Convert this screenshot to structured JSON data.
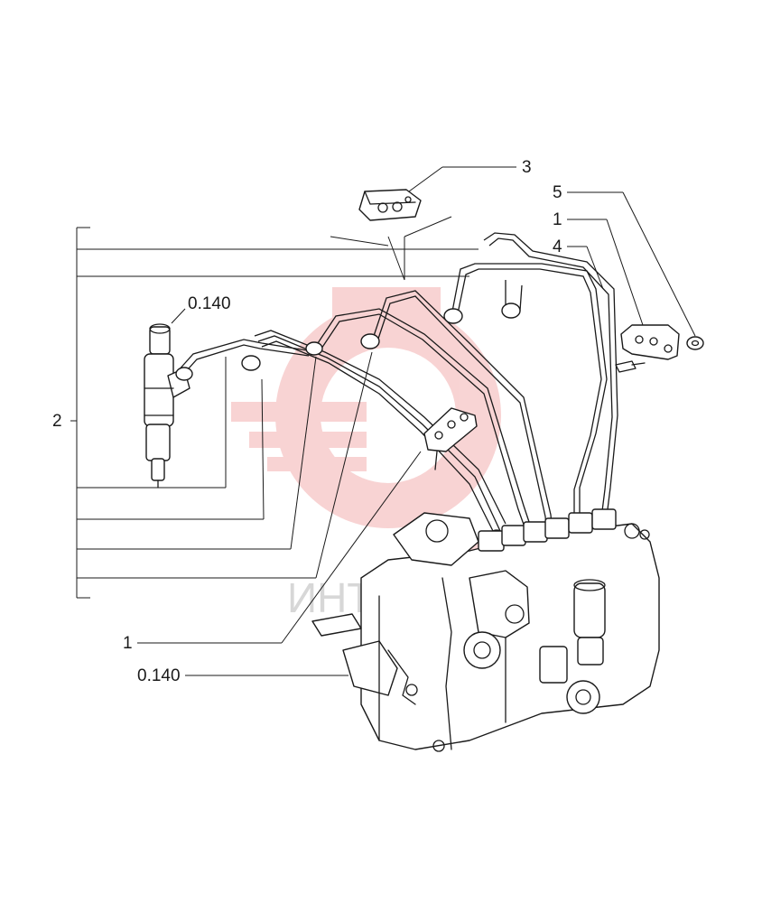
{
  "labels": {
    "item_3": "3",
    "item_5": "5",
    "item_1_top": "1",
    "item_4": "4",
    "item_0140_top": "0.140",
    "item_2": "2",
    "item_1_bottom": "1",
    "item_0140_bottom": "0.140"
  },
  "watermark": {
    "text": "ИНТ",
    "color": "#e03a3a"
  }
}
